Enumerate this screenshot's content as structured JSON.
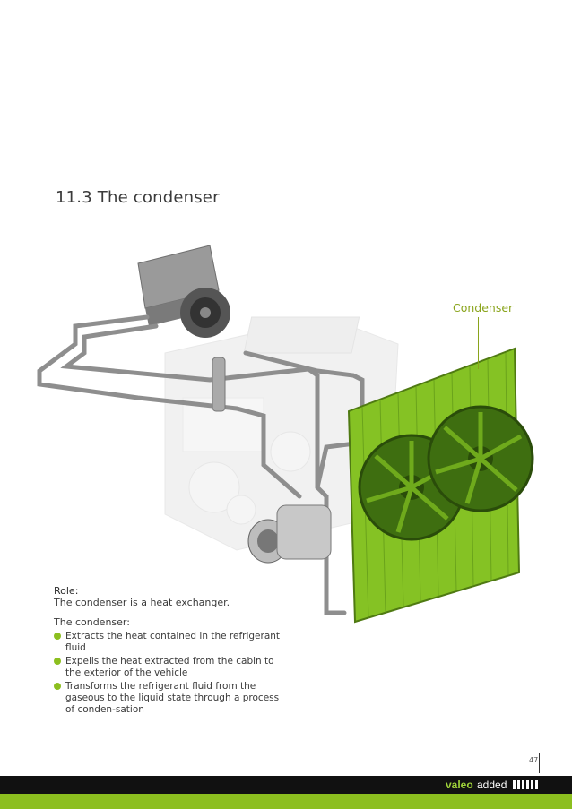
{
  "section_title": "11.3 The condenser",
  "callout": "Condenser",
  "role": {
    "heading": "Role:",
    "text": "The condenser is a heat exchanger."
  },
  "list_heading": "The condenser:",
  "bullets": [
    "Extracts the heat contained in the refrigerant fluid",
    "Expells the heat extracted from the cabin to the exterior of the vehicle",
    "Transforms the refrigerant fluid from the gaseous to the liquid state through a process of conden-sation"
  ],
  "page_number": "47",
  "footer": {
    "brand": "valeo",
    "added": "added"
  },
  "colors": {
    "accent_green": "#8cbf1f",
    "footer_dark": "#111111"
  }
}
